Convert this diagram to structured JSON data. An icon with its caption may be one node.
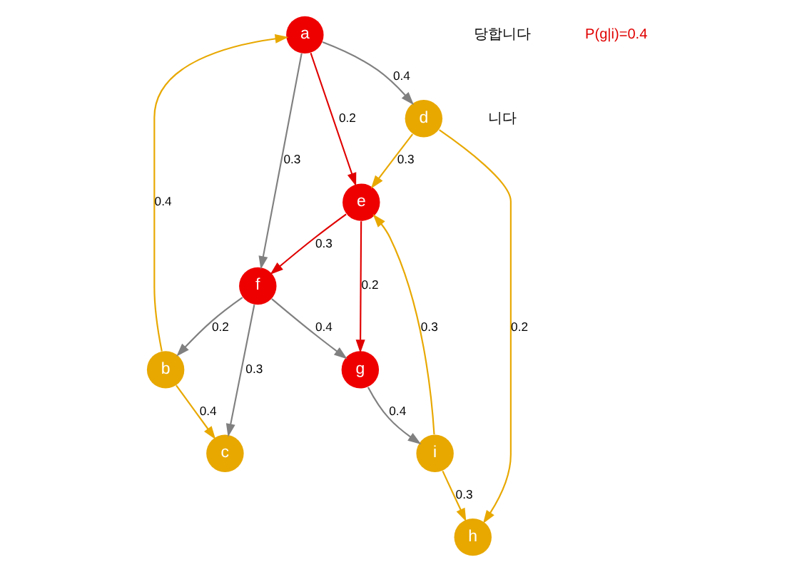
{
  "diagram": {
    "nodes": [
      {
        "text": [
          "a"
        ]
      },
      {
        "text": [
          "b"
        ]
      },
      {
        "text": [
          "c"
        ]
      },
      {
        "text": [
          "d"
        ]
      },
      {
        "text": [
          "e"
        ]
      },
      {
        "text": [
          "f"
        ]
      },
      {
        "text": [
          "g"
        ]
      },
      {
        "text": [
          "h"
        ]
      },
      {
        "text": [
          "i"
        ]
      }
    ],
    "edges": [
      {
        "from": 0,
        "to": 3,
        "arrow": "to",
        "label": "0.4",
        "color": "#808080"
      },
      {
        "from": 1,
        "to": 0,
        "arrow": "to",
        "label": "0.4",
        "color": "#e8a800"
      },
      {
        "from": 0,
        "to": 5,
        "arrow": "to",
        "label": "0.3",
        "color": "#808080"
      },
      {
        "from": 0,
        "to": 4,
        "arrow": "to",
        "label": "0.2",
        "color": "#e00000"
      },
      {
        "from": 3,
        "to": 4,
        "arrow": "to",
        "label": "0.3",
        "color": "#e8a800"
      },
      {
        "from": 3,
        "to": 7,
        "arrow": "to",
        "label": "0.2",
        "color": "#e8a800"
      },
      {
        "from": 4,
        "to": 5,
        "arrow": "to",
        "label": "0.3",
        "color": "#e00000"
      },
      {
        "from": 5,
        "to": 1,
        "arrow": "to",
        "label": "0.2",
        "color": "#808080"
      },
      {
        "from": 1,
        "to": 2,
        "arrow": "to",
        "label": "0.4",
        "color": "#e8a800"
      },
      {
        "from": 5,
        "to": 2,
        "arrow": "to",
        "label": "0.3",
        "color": "#808080"
      },
      {
        "from": 5,
        "to": 6,
        "arrow": "to",
        "label": "0.4",
        "color": "#808080"
      },
      {
        "from": 4,
        "to": 6,
        "arrow": "to",
        "label": "0.2",
        "color": "#e00000"
      },
      {
        "from": 6,
        "to": 8,
        "arrow": "to",
        "label": "0.4",
        "color": "#808080"
      },
      {
        "from": 8,
        "to": 4,
        "arrow": "to",
        "label": "0.3",
        "color": "#e8a800"
      },
      {
        "from": 8,
        "to": 7,
        "arrow": "to",
        "label": "0.3",
        "color": "#e8a800"
      }
    ],
    "labels": [
      "당합니다",
      "니다",
      "P(g|i)=0.4"
    ]
  }
}
